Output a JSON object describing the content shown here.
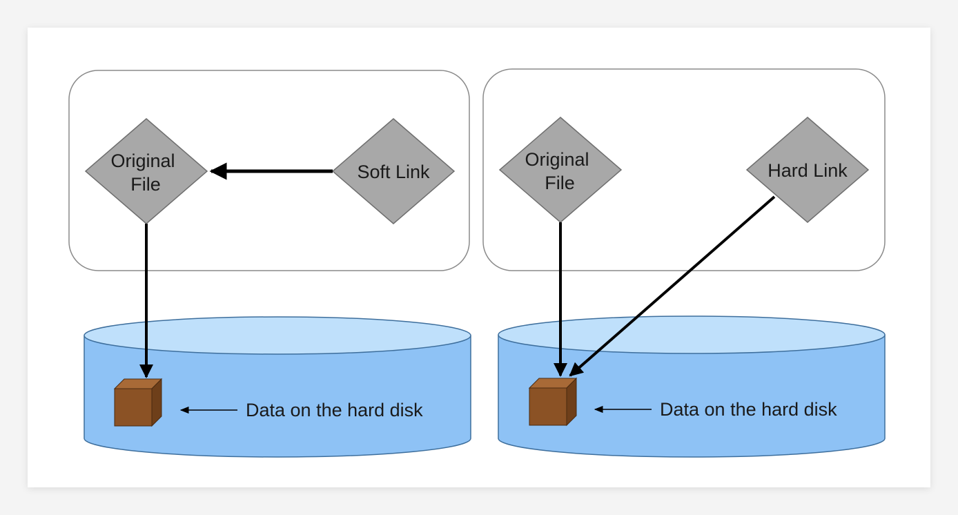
{
  "panels": [
    {
      "id": "soft",
      "original_file": [
        "Original",
        "File"
      ],
      "link_label": "Soft Link",
      "data_label": "Data on the hard disk"
    },
    {
      "id": "hard",
      "original_file": [
        "Original",
        "File"
      ],
      "link_label": "Hard Link",
      "data_label": "Data on the hard disk"
    }
  ],
  "colors": {
    "diamond_fill": "#a8a8a8",
    "diamond_stroke": "#6e6e6e",
    "disk_body": "#8ec2f5",
    "disk_top": "#bfe0fb",
    "disk_stroke": "#3d6e9c",
    "cube_front": "#8b5225",
    "cube_top": "#a86a37",
    "cube_side": "#6e3f1a",
    "arrow": "#000000"
  }
}
